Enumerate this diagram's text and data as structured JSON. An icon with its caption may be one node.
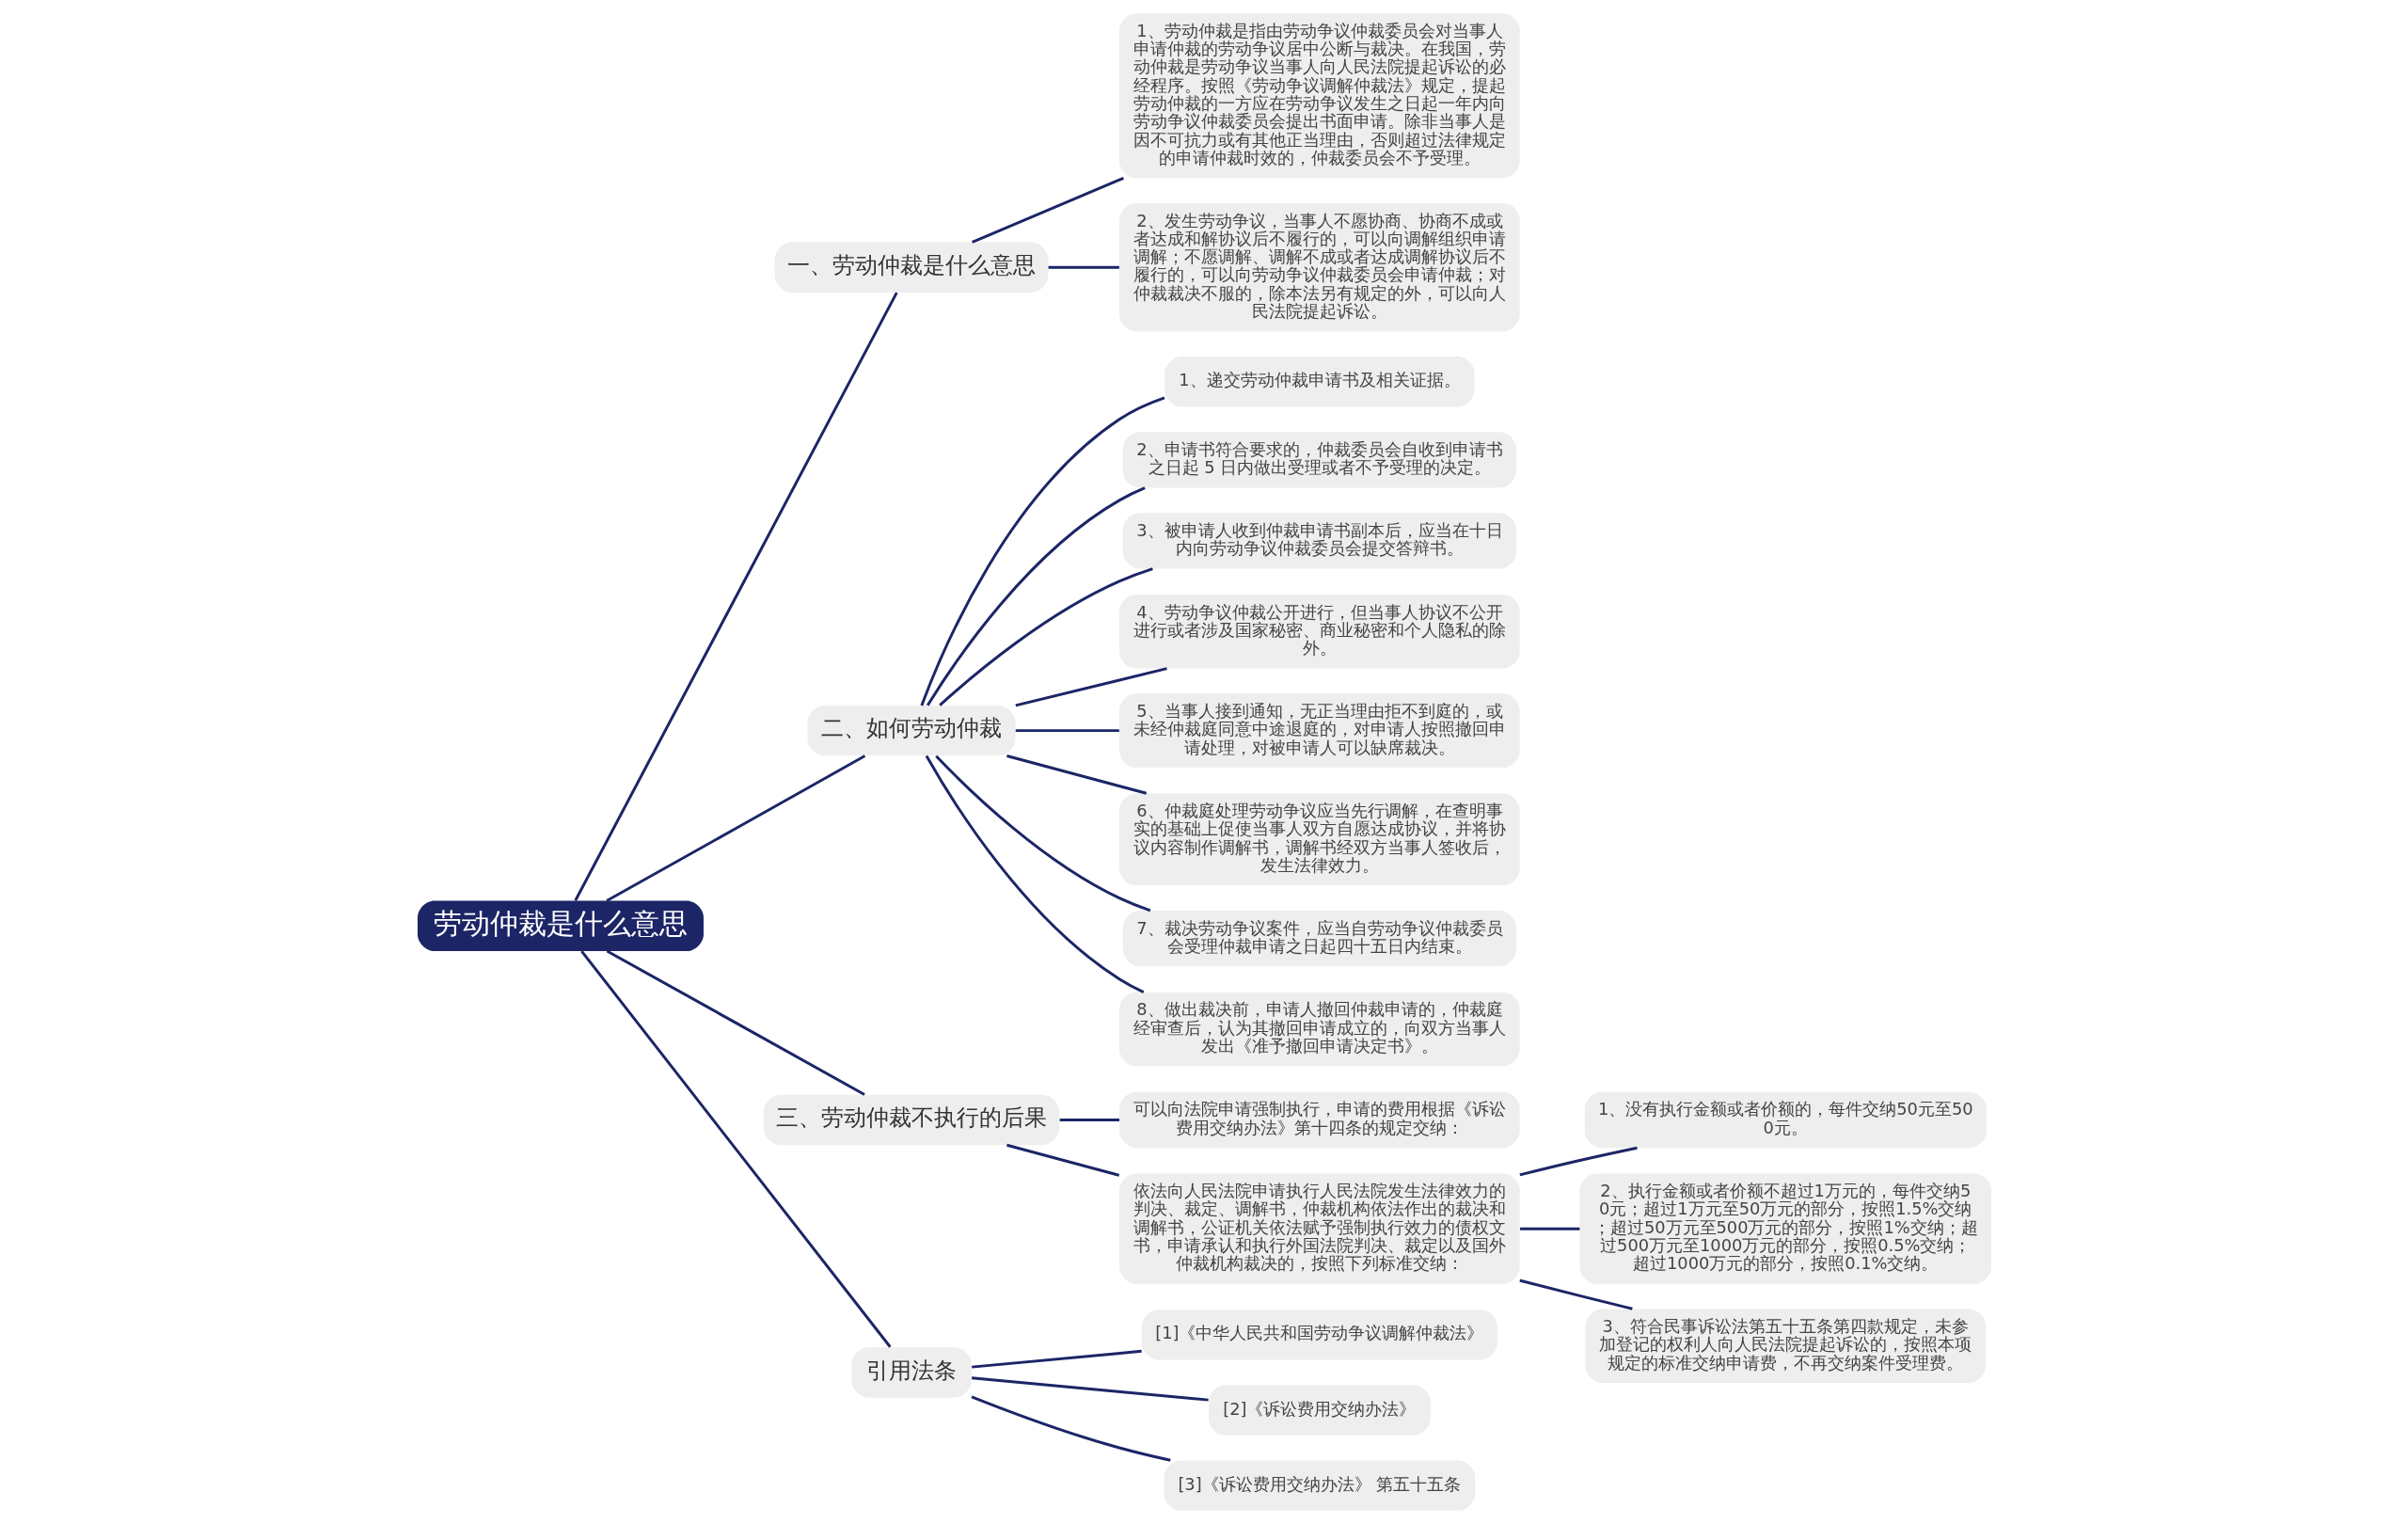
{
  "diagram": {
    "nodes": [
      {
        "text": [
          "劳动仲裁是什么意思"
        ]
      },
      {
        "text": [
          "一、劳动仲裁是什么意思"
        ]
      },
      {
        "text": [
          "1、劳动仲裁是指由劳动争议仲裁委员会对当事人申请仲裁的劳动争议居中公断与裁决。在我国，劳动仲裁是劳动争议当事人向人民法院提起诉讼的必经程序。按照《劳动争议调解仲裁法》规定，提起劳动仲裁的一方应在劳动争议发生之日起一年内向劳动争议仲裁委员会提出书面申请。除非当事人是因不可抗力或有其他正当理由，否则超过法律规定的申请仲裁时效的，仲裁委员会不予受理。"
        ]
      },
      {
        "text": [
          "2、发生劳动争议，当事人不愿协商、协商不成或者达成和解协议后不履行的，可以向调解组织申请调解；不愿调解、调解不成或者达成调解协议后不履行的，可以向劳动争议仲裁委员会申请仲裁；对仲裁裁决不服的，除本法另有规定的外，可以向人民法院提起诉讼。"
        ]
      },
      {
        "text": [
          "二、如何劳动仲裁"
        ]
      },
      {
        "text": [
          "1、递交劳动仲裁申请书及相关证据。"
        ]
      },
      {
        "text": [
          "2、申请书符合要求的，仲裁委员会自收到申请书之日起 5 日内做出受理或者不予受理的决定。"
        ]
      },
      {
        "text": [
          "3、被申请人收到仲裁申请书副本后，应当在十日内向劳动争议仲裁委员会提交答辩书。"
        ]
      },
      {
        "text": [
          "4、劳动争议仲裁公开进行，但当事人协议不公开进行或者涉及国家秘密、商业秘密和个人隐私的除外。"
        ]
      },
      {
        "text": [
          "5、当事人接到通知，无正当理由拒不到庭的，或未经仲裁庭同意中途退庭的，对申请人按照撤回申请处理，对被申请人可以缺席裁决。"
        ]
      },
      {
        "text": [
          "6、仲裁庭处理劳动争议应当先行调解，在查明事实的基础上促使当事人双方自愿达成协议，并将协议内容制作调解书，调解书经双方当事人签收后，发生法律效力。"
        ]
      },
      {
        "text": [
          "7、裁决劳动争议案件，应当自劳动争议仲裁委员会受理仲裁申请之日起四十五日内结束。"
        ]
      },
      {
        "text": [
          "8、做出裁决前，申请人撤回仲裁申请的，仲裁庭经审查后，认为其撤回申请成立的，向双方当事人发出《准予撤回申请决定书》。"
        ]
      },
      {
        "text": [
          "三、劳动仲裁不执行的后果"
        ]
      },
      {
        "text": [
          "可以向法院申请强制执行，申请的费用根据《诉讼费用交纳办法》第十四条的规定交纳："
        ]
      },
      {
        "text": [
          "依法向人民法院申请执行人民法院发生法律效力的判决、裁定、调解书，仲裁机构依法作出的裁决和调解书，公证机关依法赋予强制执行效力的债权文书，申请承认和执行外国法院判决、裁定以及国外仲裁机构裁决的，按照下列标准交纳："
        ]
      },
      {
        "text": [
          "1、没有执行金额或者价额的，每件交纳50元至500元。"
        ]
      },
      {
        "text": [
          "2、执行金额或者价额不超过1万元的，每件交纳50元；超过1万元至50万元的部分，按照1.5%交纳；超过50万元至500万元的部分，按照1%交纳；超过500万元至1000万元的部分，按照0.5%交纳；超过1000万元的部分，按照0.1%交纳。"
        ]
      },
      {
        "text": [
          "3、符合民事诉讼法第五十五条第四款规定，未参加登记的权利人向人民法院提起诉讼的，按照本项规定的标准交纳申请费，不再交纳案件受理费。"
        ]
      },
      {
        "text": [
          "引用法条"
        ]
      },
      {
        "text": [
          "[1]《中华人民共和国劳动争议调解仲裁法》"
        ]
      },
      {
        "text": [
          "[2]《诉讼费用交纳办法》"
        ]
      },
      {
        "text": [
          "[3]《诉讼费用交纳办法》 第五十五条"
        ]
      }
    ],
    "edges": [
      {
        "from": 0,
        "to": 1,
        "arrow": "none"
      },
      {
        "from": 1,
        "to": 2,
        "arrow": "none"
      },
      {
        "from": 1,
        "to": 3,
        "arrow": "none"
      },
      {
        "from": 0,
        "to": 4,
        "arrow": "none"
      },
      {
        "from": 4,
        "to": 5,
        "arrow": "none"
      },
      {
        "from": 4,
        "to": 6,
        "arrow": "none"
      },
      {
        "from": 4,
        "to": 7,
        "arrow": "none"
      },
      {
        "from": 4,
        "to": 8,
        "arrow": "none"
      },
      {
        "from": 4,
        "to": 9,
        "arrow": "none"
      },
      {
        "from": 4,
        "to": 10,
        "arrow": "none"
      },
      {
        "from": 4,
        "to": 11,
        "arrow": "none"
      },
      {
        "from": 4,
        "to": 12,
        "arrow": "none"
      },
      {
        "from": 0,
        "to": 13,
        "arrow": "none"
      },
      {
        "from": 13,
        "to": 14,
        "arrow": "none"
      },
      {
        "from": 13,
        "to": 15,
        "arrow": "none"
      },
      {
        "from": 15,
        "to": 16,
        "arrow": "none"
      },
      {
        "from": 15,
        "to": 17,
        "arrow": "none"
      },
      {
        "from": 15,
        "to": 18,
        "arrow": "none"
      },
      {
        "from": 0,
        "to": 19,
        "arrow": "none"
      },
      {
        "from": 19,
        "to": 20,
        "arrow": "none"
      },
      {
        "from": 19,
        "to": 21,
        "arrow": "none"
      },
      {
        "from": 19,
        "to": 22,
        "arrow": "none"
      }
    ]
  }
}
